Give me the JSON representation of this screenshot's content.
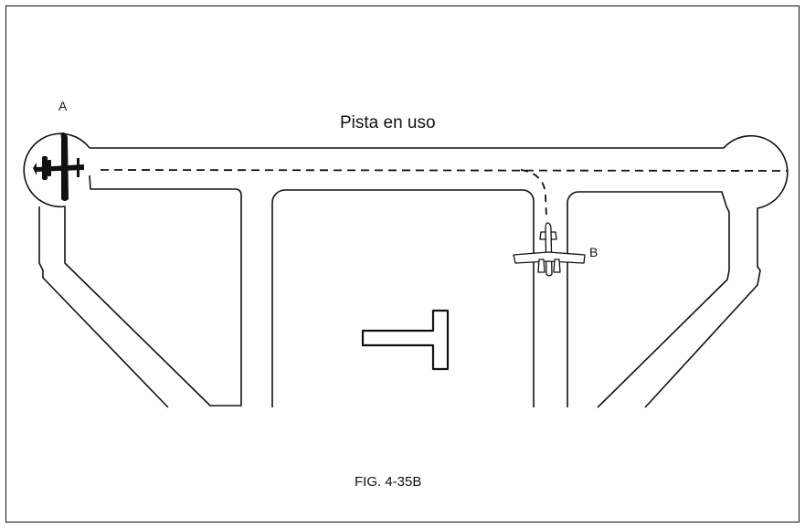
{
  "diagram": {
    "runway_label": "Pista en uso",
    "aircraft": [
      {
        "label": "A",
        "icon": "bomber-aircraft-icon",
        "fill": "#111111"
      },
      {
        "label": "B",
        "icon": "twin-engine-aircraft-icon",
        "fill": "#ffffff"
      }
    ],
    "caption": "FIG. 4-35B",
    "colors": {
      "line": "#111111",
      "background": "#ffffff"
    }
  }
}
